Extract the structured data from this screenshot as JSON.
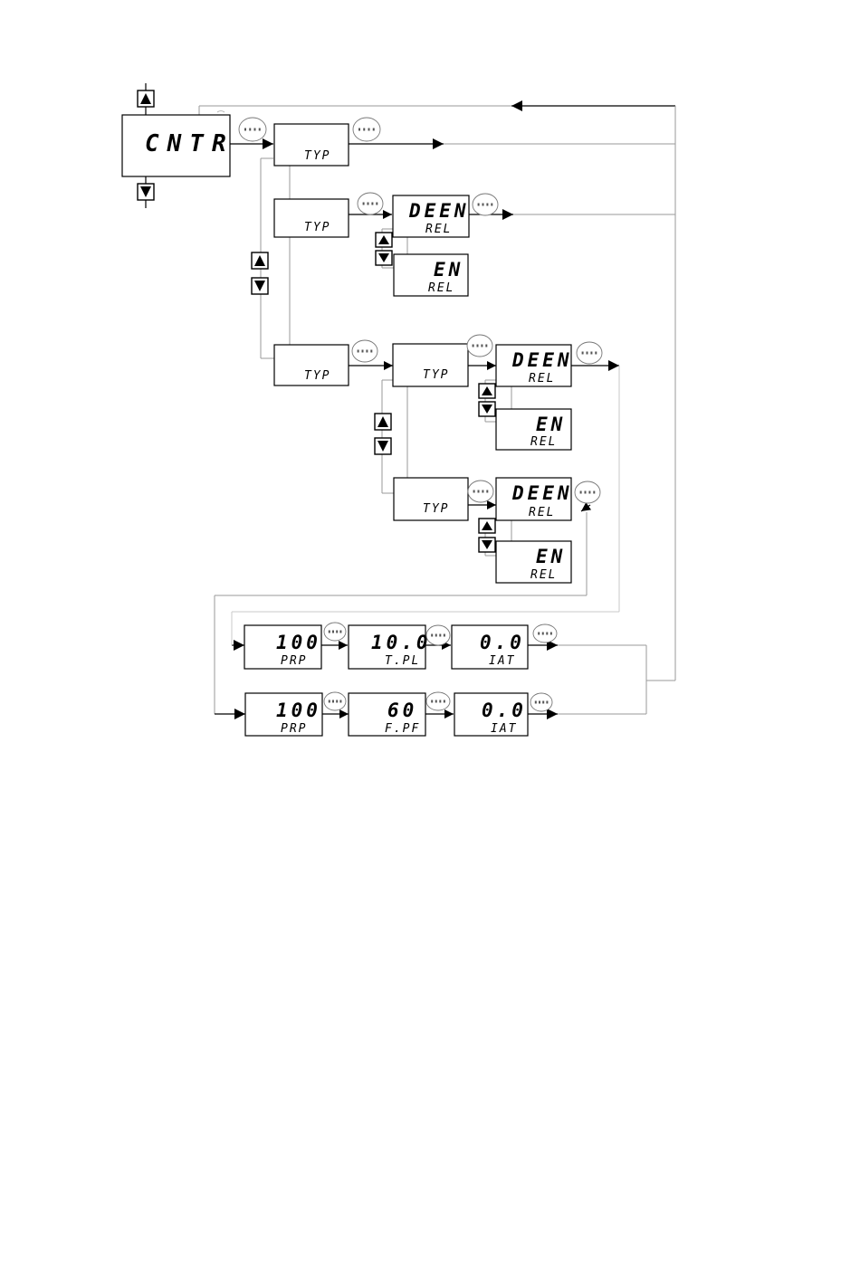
{
  "menu": {
    "main_label": "CNTR",
    "type_label": "TYP",
    "deen_top": "DEEN",
    "en_top": "EN",
    "rel_label": "REL",
    "prp_value": "100",
    "prp_label": "PRP",
    "tpl_value": "10.0",
    "tpl_label": "T.PL",
    "iat_value": "0.0",
    "iat_label": "IAT",
    "fpf_value": "60",
    "fpf_label": "F.PF"
  },
  "icons": {
    "enter": "enter-key-icon",
    "up": "up-arrow-key-icon",
    "down": "down-arrow-key-icon"
  },
  "colors": {
    "line": "#000000",
    "grey_line": "#9a9a9a"
  }
}
